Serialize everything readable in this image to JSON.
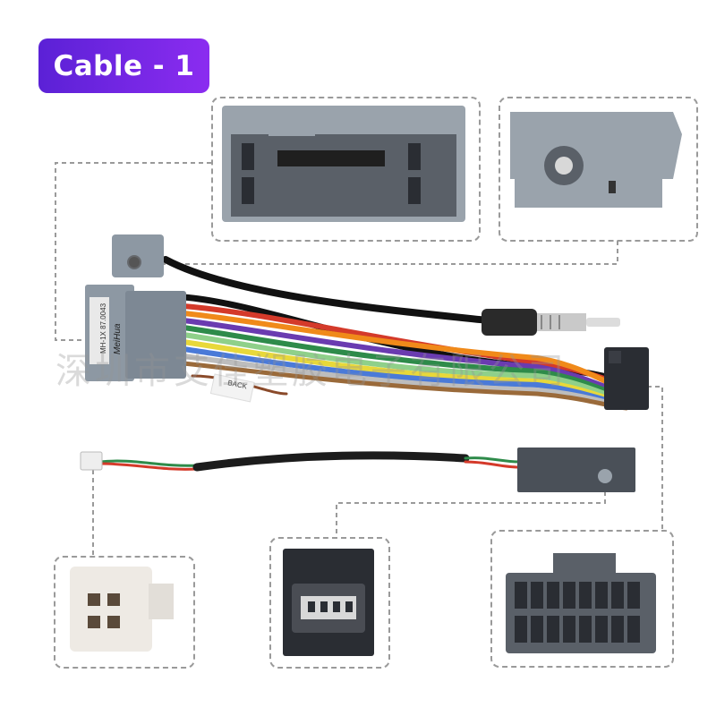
{
  "badge": {
    "label": "Cable - 1"
  },
  "connector_labels": {
    "harness_sticker": "MH-1X 87.0043",
    "harness_brand": "MeiHua",
    "tag_back": "BACK"
  },
  "watermark": {
    "text": "深圳市艾佳塑胶电子有限公司"
  },
  "colors": {
    "badge_start": "#5b21d6",
    "badge_end": "#8b2cf0",
    "connector_grey": "#7d8894",
    "dashed_border": "#9a9a9a"
  }
}
